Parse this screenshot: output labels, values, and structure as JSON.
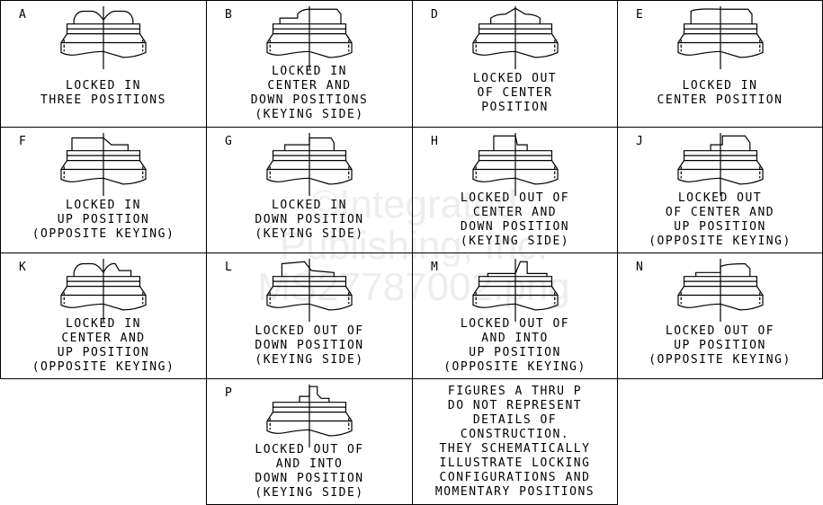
{
  "figures": [
    {
      "letter": "A",
      "caption": "LOCKED IN\nTHREE POSITIONS"
    },
    {
      "letter": "B",
      "caption": "LOCKED IN\nCENTER AND\nDOWN POSITIONS\n(KEYING SIDE)"
    },
    {
      "letter": "D",
      "caption": "LOCKED OUT\nOF CENTER\nPOSITION"
    },
    {
      "letter": "E",
      "caption": "LOCKED IN\nCENTER POSITION"
    },
    {
      "letter": "F",
      "caption": "LOCKED IN\nUP POSITION\n(OPPOSITE KEYING)"
    },
    {
      "letter": "G",
      "caption": "LOCKED IN\nDOWN POSITION\n(KEYING SIDE)"
    },
    {
      "letter": "H",
      "caption": "LOCKED OUT OF\nCENTER AND\nDOWN POSITION\n(KEYING SIDE)"
    },
    {
      "letter": "J",
      "caption": "LOCKED OUT\nOF CENTER AND\nUP POSITION\n(OPPOSITE KEYING)"
    },
    {
      "letter": "K",
      "caption": "LOCKED IN\nCENTER AND\nUP POSITION\n(OPPOSITE KEYING)"
    },
    {
      "letter": "L",
      "caption": "LOCKED OUT OF\nDOWN POSITION\n(KEYING SIDE)"
    },
    {
      "letter": "M",
      "caption": "LOCKED OUT OF\nAND INTO\nUP POSITION\n(OPPOSITE KEYING)"
    },
    {
      "letter": "N",
      "caption": "LOCKED OUT OF\nUP POSITION\n(OPPOSITE KEYING)"
    },
    {
      "letter": "P",
      "caption": "LOCKED OUT OF\nAND INTO\nDOWN POSITION\n(KEYING SIDE)"
    }
  ],
  "note": "FIGURES A THRU P\nDO NOT REPRESENT\nDETAILS OF\nCONSTRUCTION.\nTHEY SCHEMATICALLY\nILLUSTRATE LOCKING\nCONFIGURATIONS AND\nMOMENTARY POSITIONS",
  "watermark": "©Integrated\nPublishing, Inc.\nMS27787002.png"
}
